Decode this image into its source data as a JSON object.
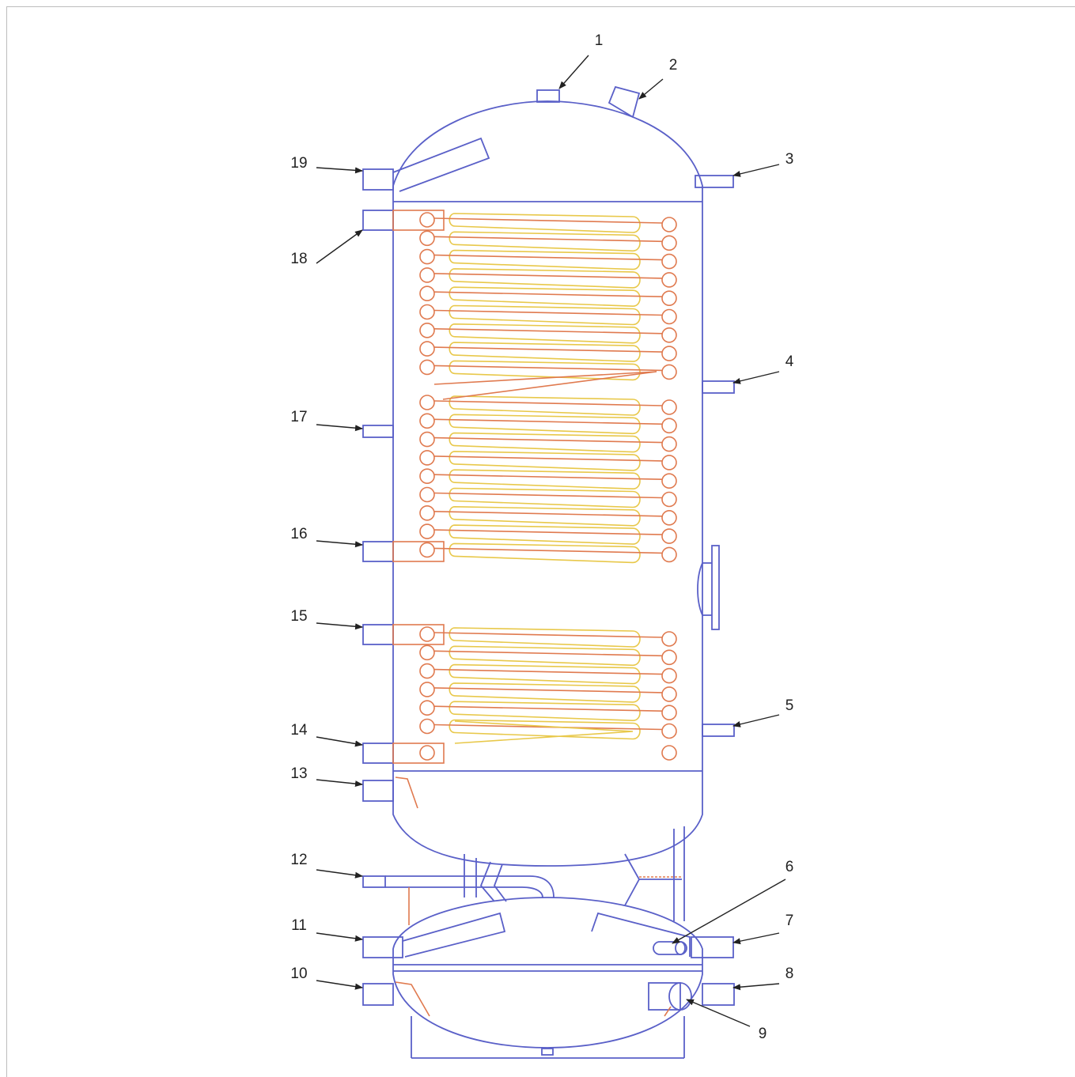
{
  "colors": {
    "tank_outline": "#5a60c8",
    "coil_front": "#e07a4f",
    "coil_back": "#e8c84a",
    "label_text": "#222222",
    "frame": "#bdbdbd"
  },
  "labels": [
    "1",
    "2",
    "3",
    "4",
    "5",
    "6",
    "7",
    "8",
    "9",
    "10",
    "11",
    "12",
    "13",
    "14",
    "15",
    "16",
    "17",
    "18",
    "19"
  ]
}
